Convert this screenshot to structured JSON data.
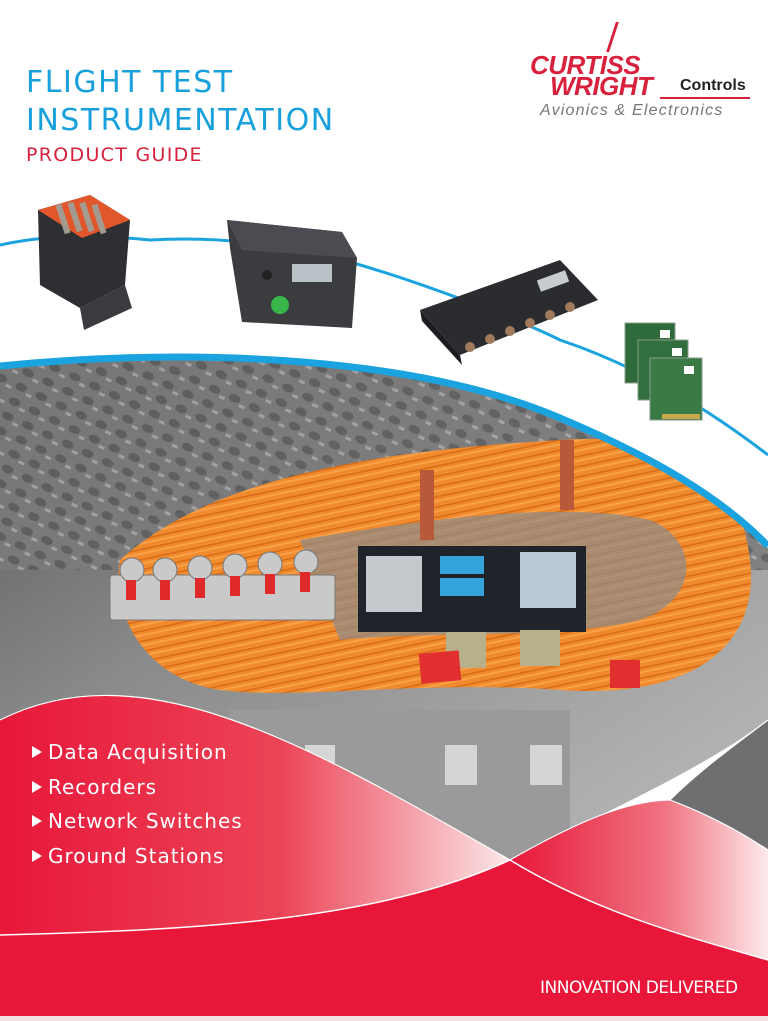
{
  "header": {
    "title_line1": "FLIGHT TEST",
    "title_line2": "INSTRUMENTATION",
    "subtitle": "PRODUCT GUIDE"
  },
  "logo": {
    "curtiss": "CURTISS",
    "wright": "WRIGHT",
    "controls": "Controls",
    "division": "Avionics & Electronics"
  },
  "products": [
    {
      "label": "Data Acquisition"
    },
    {
      "label": "Recorders"
    },
    {
      "label": "Network Switches"
    },
    {
      "label": "Ground Stations"
    }
  ],
  "tagline": "INNOVATION DELIVERED",
  "images": {
    "device1": "data-acquisition-chassis-orange",
    "device2": "recorder-unit-green-button",
    "device3": "network-switch-connectors",
    "device4": "ground-station-pci-cards",
    "hero": "aircraft-wiring-harness-installation"
  },
  "colors": {
    "title_blue": "#18a0dc",
    "brand_red": "#e8173a",
    "subtitle_red": "#d8213c",
    "curve_blue": "#1aa3de",
    "gray_band": "#6f6f71"
  }
}
